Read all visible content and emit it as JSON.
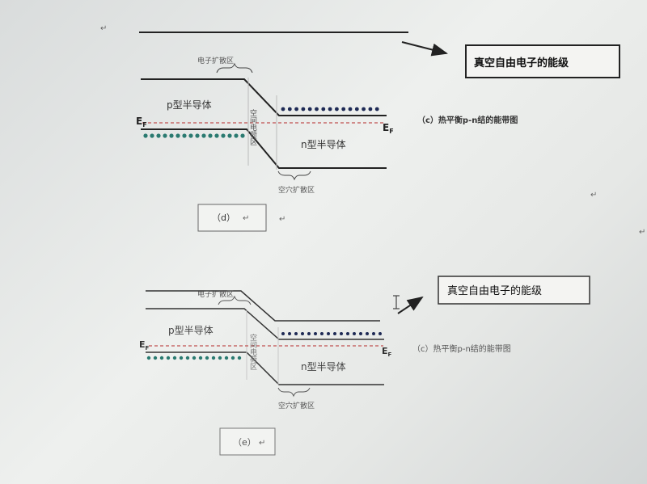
{
  "vacuum_label": "真空自由电子的能级",
  "electron_diffusion_label": "电子扩散区",
  "hole_diffusion_label": "空穴扩散区",
  "depletion_label": "空间电荷区",
  "p_type_label": "p型半导体",
  "n_type_label": "n型半导体",
  "fermi_label": "E",
  "fermi_sub": "F",
  "caption": "（c）热平衡p-n结的能带图",
  "fig_d_label": "（d）",
  "fig_e_label": "（e）",
  "return_mark": "↵",
  "colors": {
    "line": "#222222",
    "fermi": "#c05050",
    "hole_dots": "#2a7a70",
    "electron_dots": "#1e2a55"
  }
}
